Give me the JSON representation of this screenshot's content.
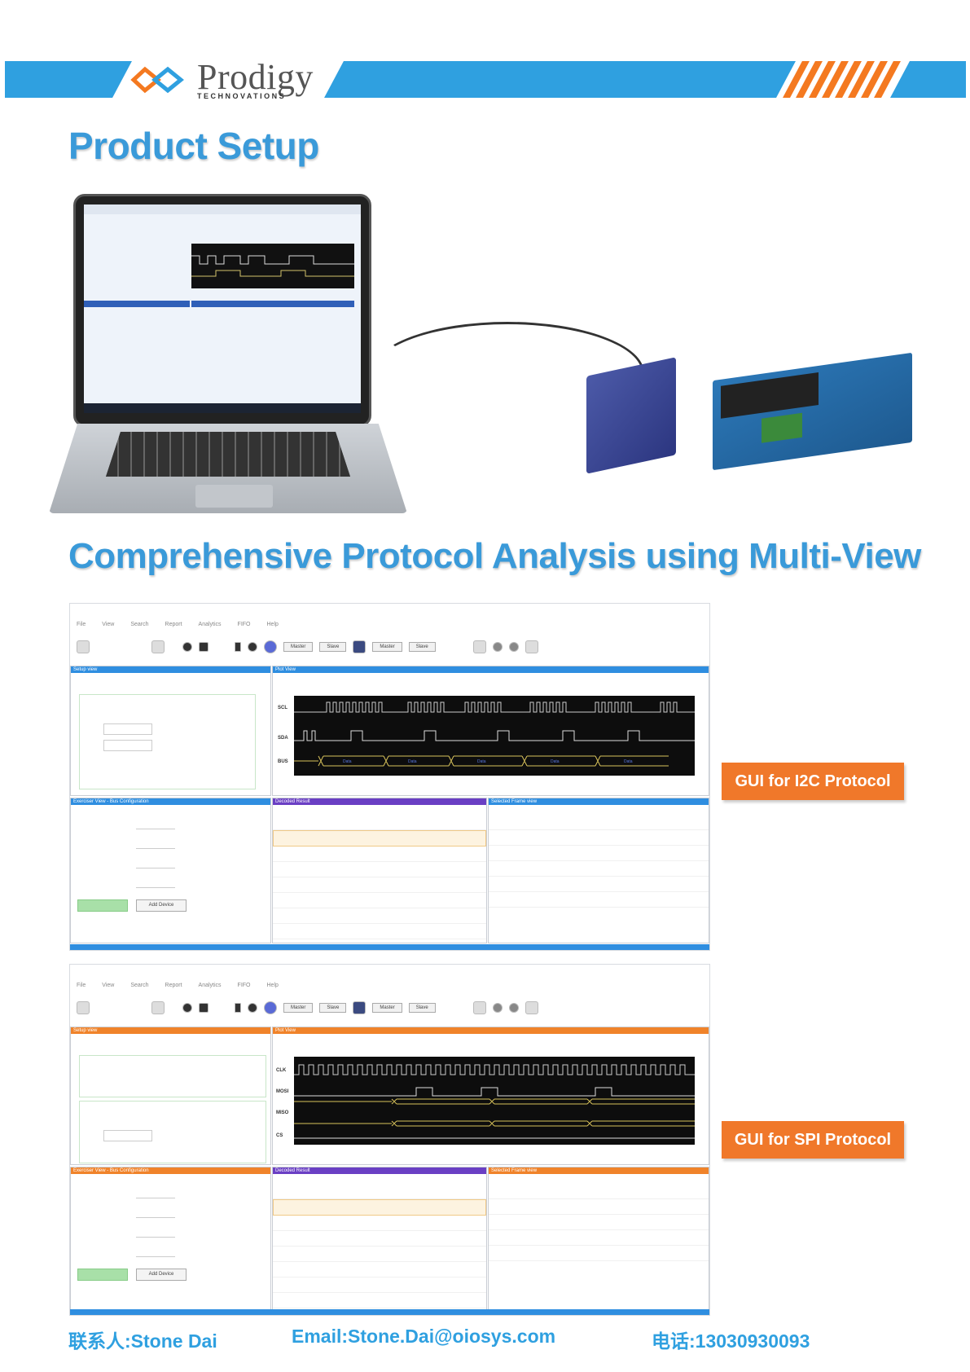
{
  "header": {
    "brand": "Prodigy",
    "brand_sub": "TECHNOVATIONS",
    "colors": {
      "band": "#2fa0e0",
      "accent": "#f47920"
    }
  },
  "headings": {
    "setup": "Product Setup",
    "multiview": "Comprehensive Protocol Analysis using Multi-View"
  },
  "screen1": {
    "callout": "GUI for I2C Protocol",
    "menu": [
      "File",
      "View",
      "Search",
      "Report",
      "Analytics",
      "FIFO",
      "Help"
    ],
    "toolbar_buttons": [
      "Master",
      "Slave",
      "Master",
      "Slave"
    ],
    "signals": [
      "SCL",
      "SDA",
      "BUS"
    ],
    "panes": [
      "Setup view",
      "Plot View",
      "Exerciser View - Bus Configuration",
      "Decoded Result",
      "Selected Frame view"
    ],
    "add_device": "Add Device"
  },
  "screen2": {
    "callout": "GUI for SPI Protocol",
    "menu": [
      "File",
      "View",
      "Search",
      "Report",
      "Analytics",
      "FIFO",
      "Help"
    ],
    "toolbar_buttons": [
      "Master",
      "Slave",
      "Master",
      "Slave"
    ],
    "signals": [
      "CLK",
      "MOSI",
      "MISO",
      "CS"
    ],
    "panes": [
      "Setup view",
      "Plot View",
      "Exerciser View - Bus Configuration",
      "Decoded Result",
      "Selected Frame view"
    ],
    "add_device": "Add Device"
  },
  "footer": {
    "contact": "联系人:Stone Dai",
    "email": "Email:Stone.Dai@oiosys.com",
    "phone": "电话:13030930093"
  }
}
